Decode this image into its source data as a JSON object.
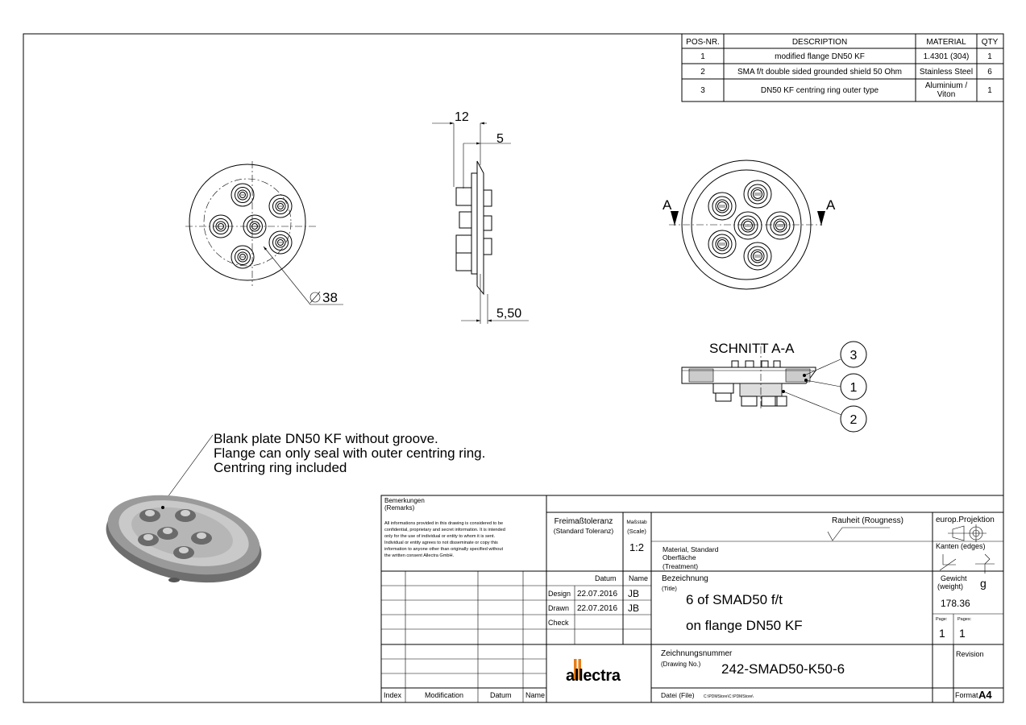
{
  "bom": {
    "headers": [
      "POS-NR.",
      "DESCRIPTION",
      "MATERIAL",
      "QTY"
    ],
    "rows": [
      [
        "1",
        "modified flange DN50 KF",
        "1.4301 (304)",
        "1"
      ],
      [
        "2",
        "SMA f/t double sided grounded shield 50 Ohm",
        "Stainless Steel",
        "6"
      ],
      [
        "3",
        "DN50 KF centring ring outer type",
        "Aluminium /",
        "1"
      ]
    ],
    "row3_material_line2": "Viton"
  },
  "dimensions": {
    "diameter": "38",
    "d12": "12",
    "d5": "5",
    "d550": "5,50"
  },
  "section": {
    "title": "SCHNITT A-A",
    "marker": "A",
    "balloons": [
      "3",
      "1",
      "2"
    ]
  },
  "note": {
    "line1": "Blank plate DN50 KF without groove.",
    "line2": "Flange can only seal with outer centring ring.",
    "line3": "Centring ring included"
  },
  "titleblock": {
    "remarks_label": "Bemerkungen",
    "remarks_sub": "(Remarks)",
    "confidential": [
      "All informations provided in this drawing is considered to be",
      "confidential, proprietary and secret information. It is intended",
      "only for the use of individual or entity to whom it is sent.",
      "Individual or entity agrees to not disseminate or copy this",
      "information to anyone other than originally specified without",
      "the written consent Allectra GmbH."
    ],
    "tolerance_label": "Freimaßtoleranz",
    "tolerance_sub": "(Standard Toleranz)",
    "scale_label": "Maßstab",
    "scale_sub": "(Scale)",
    "scale_value": "1:2",
    "roughness_label": "Rauheit (Rougness)",
    "projection_label": "europ.Projektion",
    "edges_label": "Kanten (edges)",
    "material_label1": "Material, Standard",
    "material_label2": "Oberfläche",
    "material_label3": "(Treatment)",
    "datum_label": "Datum",
    "name_label": "Name",
    "design_label": "Design",
    "design_date": "22.07.2016",
    "design_name": "JB",
    "drawn_label": "Drawn",
    "drawn_date": "22.07.2016",
    "drawn_name": "JB",
    "check_label": "Check",
    "bezeichnung_label": "Bezeichnung",
    "title_sub": "(Title)",
    "title_line1": "6 of SMAD50 f/t",
    "title_line2": "on flange DN50 KF",
    "weight_label": "Gewicht",
    "weight_sub": "(weight)",
    "weight_unit": "g",
    "weight_value": "178.36",
    "page_label": "Page:",
    "pages_label": "Pages:",
    "page_value": "1",
    "pages_value": "1",
    "drawing_no_label": "Zeichnungsnummer",
    "drawing_no_sub": "(Drawing No.)",
    "drawing_no": "242-SMAD50-K50-6",
    "revision_label": "Revision",
    "file_label": "Datei (File)",
    "file_path": "C:\\PDMStore\\C:\\PDMStore\\",
    "format_label": "Format",
    "format_value": "A4",
    "logo": "allectra",
    "index_label": "Index",
    "modification_label": "Modification",
    "rev_datum_label": "Datum",
    "rev_name_label": "Name"
  }
}
